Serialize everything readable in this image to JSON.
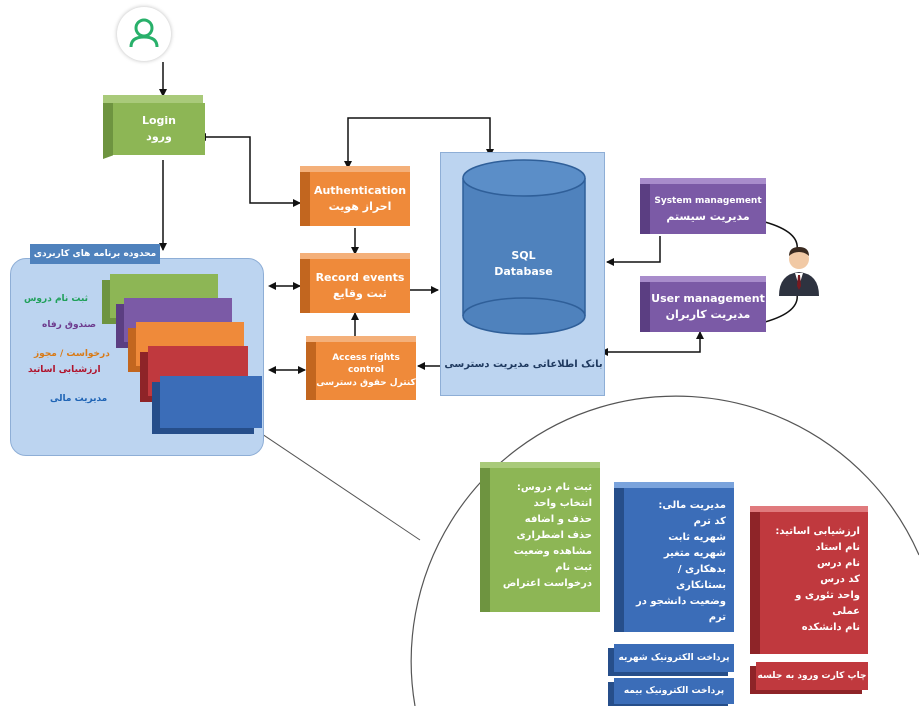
{
  "user_icon": "user-icon",
  "admin_icon": "admin-user-icon",
  "login": {
    "en": "Login",
    "fa": "ورود"
  },
  "authentication": {
    "en": "Authentication",
    "fa": "احراز هویت"
  },
  "record_events": {
    "en": "Record events",
    "fa": "ثبت وقایع"
  },
  "access_rights": {
    "en1": "Access rights",
    "en2": "control",
    "fa": "کنترل حقوق دسترسی"
  },
  "database": {
    "line1": "SQL",
    "line2": "Database",
    "fa": "بانک اطلاعاتی مدیریت دسترسی"
  },
  "system_management": {
    "en": "System management",
    "fa": "مدیریت سیستم"
  },
  "user_management": {
    "en": "User management",
    "fa": "مدیریت کاربران"
  },
  "app_scope": {
    "title": "محدوده برنامه های کاربردی",
    "items": [
      {
        "label": "ثبت نام دروس",
        "color": "#1fa05a"
      },
      {
        "label": "صندوق رفاه",
        "color": "#6d3b8e"
      },
      {
        "label": "درخواست / مجوز",
        "color": "#d97a16"
      },
      {
        "label": "ارزشیابی اساتید",
        "color": "#b0122b"
      },
      {
        "label": "مدیریت مالی",
        "color": "#1f64b5"
      }
    ]
  },
  "zoom": {
    "registration": {
      "title": "ثبت نام دروس:",
      "items": [
        "انتخاب واحد",
        "حذف و اضافه",
        "حذف اضطراری",
        "مشاهده وضعیت ثبت نام",
        "درخواست اعتراض"
      ]
    },
    "finance": {
      "title": "مدیریت مالی:",
      "items": [
        "کد ترم",
        "شهریه ثابت",
        "شهریه متغیر",
        "بدهکاری /بستانکاری",
        "وضعیت دانشجو در ترم"
      ],
      "sub1": "پرداخت الکترونیک شهریه",
      "sub2": "پرداخت الکترونیک بیمه"
    },
    "evaluation": {
      "title": "ارزشیابی اساتید:",
      "items": [
        "نام استاد",
        "نام درس",
        "کد درس",
        "واحد تئوری و عملی",
        "نام دانشکده"
      ],
      "sub": "چاپ کارت ورود به جلسه"
    }
  },
  "colors": {
    "green": "#8db655",
    "orange": "#ef8a3a",
    "purple": "#7b5aa6",
    "blue": "#3b6db8",
    "red": "#c0393e",
    "db_panel": "#bcd4f0",
    "cylinder": "#4f82bd"
  }
}
